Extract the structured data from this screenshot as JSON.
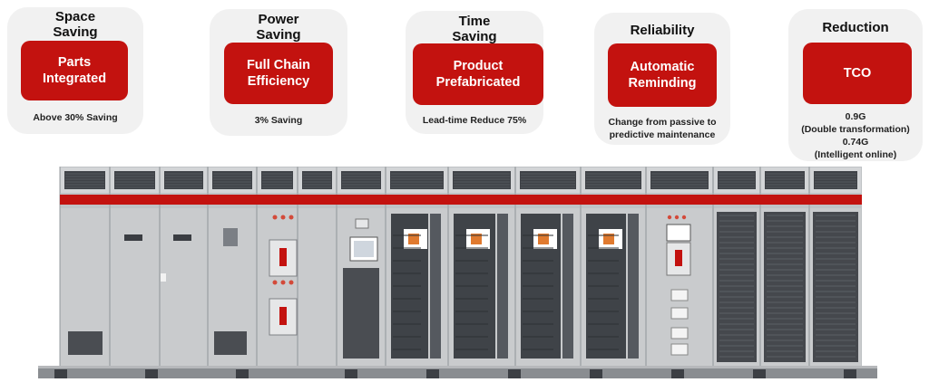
{
  "cards": [
    {
      "title": [
        "Space",
        "Saving"
      ],
      "pill": [
        "Parts",
        "Integrated"
      ],
      "note": [
        "Above 30% Saving"
      ]
    },
    {
      "title": [
        "Power",
        "Saving"
      ],
      "pill": [
        "Full Chain",
        "Efficiency"
      ],
      "note": [
        "3% Saving"
      ]
    },
    {
      "title": [
        "Time",
        "Saving"
      ],
      "pill": [
        "Product",
        "Prefabricated"
      ],
      "note": [
        "Lead-time Reduce 75%"
      ]
    },
    {
      "title": [
        "Reliability"
      ],
      "pill": [
        "Automatic",
        "Reminding"
      ],
      "note": [
        "Change from passive to",
        "predictive maintenance"
      ]
    },
    {
      "title": [
        "Reduction"
      ],
      "pill": [
        "TCO"
      ],
      "note": [
        "0.9G",
        "(Double transformation)",
        "0.74G",
        "(Intelligent online)"
      ]
    }
  ],
  "colors": {
    "accent_red": "#c3120f",
    "card_bg": "#f1f1f1",
    "cabinet_grey": "#c9cbcd",
    "cabinet_dark": "#4a4d52"
  }
}
